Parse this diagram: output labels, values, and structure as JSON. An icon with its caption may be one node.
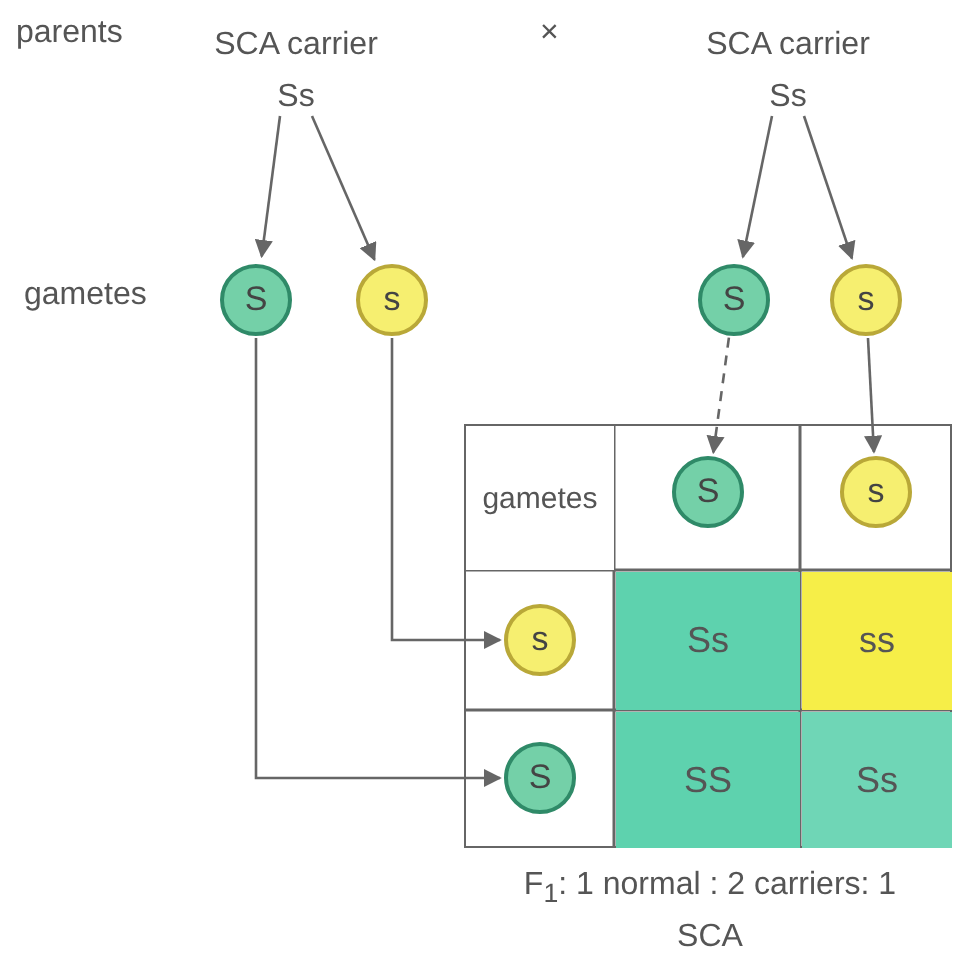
{
  "diagram": {
    "nodes": [
      {
        "text": [
          "SCA carrier",
          "Ss"
        ]
      },
      {
        "text": [
          "SCA carrier",
          "Ss"
        ]
      },
      {
        "text": [
          "S"
        ]
      },
      {
        "text": [
          "s"
        ]
      },
      {
        "text": [
          "S"
        ]
      },
      {
        "text": [
          "s"
        ]
      },
      {
        "text": [
          "S"
        ]
      },
      {
        "text": [
          "s"
        ]
      },
      {
        "text": [
          "s"
        ]
      },
      {
        "text": [
          "S"
        ]
      }
    ],
    "edges": [
      {
        "from": 0,
        "to": 2,
        "arrow": "to"
      },
      {
        "from": 0,
        "to": 3,
        "arrow": "to"
      },
      {
        "from": 1,
        "to": 4,
        "arrow": "to"
      },
      {
        "from": 1,
        "to": 5,
        "arrow": "to"
      },
      {
        "from": 2,
        "to": 9,
        "arrow": "to"
      },
      {
        "from": 3,
        "to": 8,
        "arrow": "to"
      },
      {
        "from": 4,
        "to": 6,
        "arrow": "to",
        "style": "dashed"
      },
      {
        "from": 5,
        "to": 7,
        "arrow": "to"
      }
    ],
    "labels": [
      "parents",
      "×",
      "gametes",
      "gametes",
      "Ss",
      "ss",
      "SS",
      "Ss"
    ],
    "caption": "F$_{1}$: 1 normal : 2 carriers: 1 SCA"
  }
}
